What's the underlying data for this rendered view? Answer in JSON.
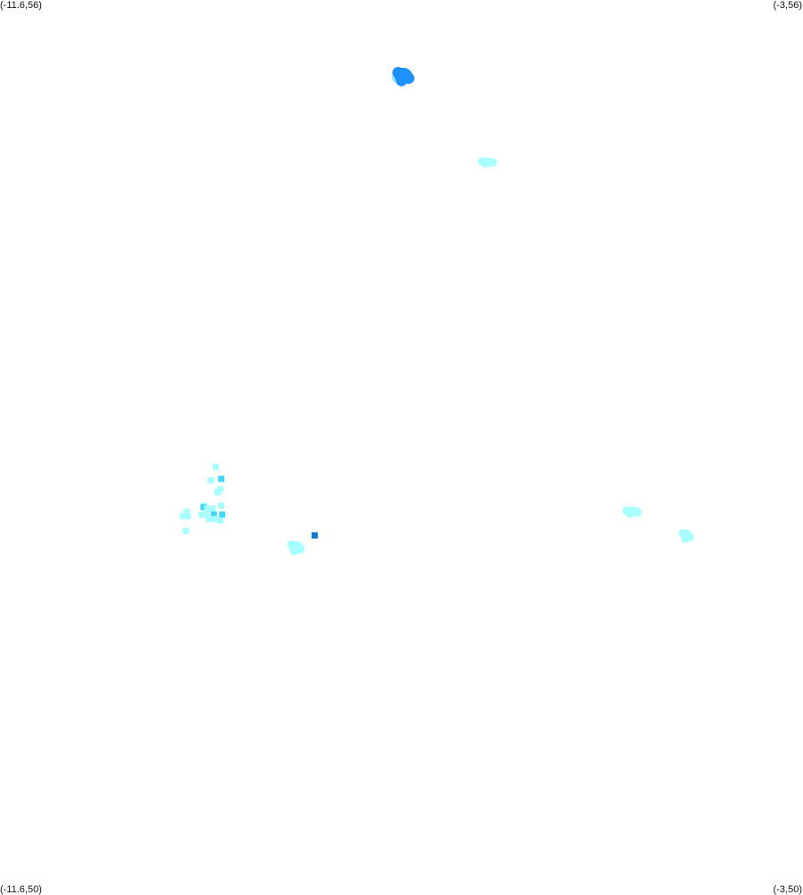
{
  "bounds": {
    "lon_min": -11.6,
    "lon_max": -3,
    "lat_min": 50,
    "lat_max": 56
  },
  "corners": {
    "top_left": "(-11.6,56)",
    "top_right": "(-3,56)",
    "bottom_left": "(-11.6,50)",
    "bottom_right": "(-3,50)"
  },
  "colors": {
    "background": "#ffffff",
    "level_low": "#a8ffff",
    "level_mid": "#45d6ff",
    "level_high": "#1e90ff",
    "level_max": "#1477cc"
  },
  "hotspots": [
    {
      "lon": -7.28,
      "lat": 55.49,
      "level": "high",
      "shape": "blob",
      "w": 20,
      "h": 18
    },
    {
      "lon": -6.38,
      "lat": 54.91,
      "level": "low",
      "shape": "blob",
      "w": 22,
      "h": 10
    },
    {
      "lon": -9.29,
      "lat": 52.86,
      "level": "low",
      "shape": "sq"
    },
    {
      "lon": -9.34,
      "lat": 52.77,
      "level": "low",
      "shape": "sq"
    },
    {
      "lon": -9.23,
      "lat": 52.78,
      "level": "mid",
      "shape": "sq"
    },
    {
      "lon": -9.24,
      "lat": 52.71,
      "level": "low",
      "shape": "sq"
    },
    {
      "lon": -9.27,
      "lat": 52.69,
      "level": "low",
      "shape": "sq"
    },
    {
      "lon": -9.41,
      "lat": 52.6,
      "level": "low",
      "shape": "sq"
    },
    {
      "lon": -9.42,
      "lat": 52.59,
      "level": "mid",
      "shape": "sq"
    },
    {
      "lon": -9.38,
      "lat": 52.58,
      "level": "low",
      "shape": "sq"
    },
    {
      "lon": -9.32,
      "lat": 52.58,
      "level": "low",
      "shape": "sq"
    },
    {
      "lon": -9.23,
      "lat": 52.6,
      "level": "low",
      "shape": "sq"
    },
    {
      "lon": -9.44,
      "lat": 52.54,
      "level": "low",
      "shape": "sq"
    },
    {
      "lon": -9.39,
      "lat": 52.54,
      "level": "low",
      "shape": "sq"
    },
    {
      "lon": -9.31,
      "lat": 52.54,
      "level": "mid",
      "shape": "sq"
    },
    {
      "lon": -9.22,
      "lat": 52.54,
      "level": "mid",
      "shape": "sq"
    },
    {
      "lon": -9.36,
      "lat": 52.51,
      "level": "low",
      "shape": "sq"
    },
    {
      "lon": -9.3,
      "lat": 52.51,
      "level": "low",
      "shape": "sq"
    },
    {
      "lon": -9.24,
      "lat": 52.5,
      "level": "low",
      "shape": "sq"
    },
    {
      "lon": -9.6,
      "lat": 52.56,
      "level": "low",
      "shape": "sq"
    },
    {
      "lon": -9.64,
      "lat": 52.53,
      "level": "low",
      "shape": "sq"
    },
    {
      "lon": -9.59,
      "lat": 52.53,
      "level": "low",
      "shape": "sq"
    },
    {
      "lon": -9.61,
      "lat": 52.43,
      "level": "low",
      "shape": "sq"
    },
    {
      "lon": -8.43,
      "lat": 52.32,
      "level": "low",
      "shape": "blob",
      "w": 16,
      "h": 14
    },
    {
      "lon": -8.23,
      "lat": 52.4,
      "level": "max",
      "shape": "sq"
    },
    {
      "lon": -4.83,
      "lat": 52.56,
      "level": "low",
      "shape": "blob",
      "w": 22,
      "h": 11
    },
    {
      "lon": -4.25,
      "lat": 52.4,
      "level": "low",
      "shape": "blob",
      "w": 13,
      "h": 13
    }
  ]
}
